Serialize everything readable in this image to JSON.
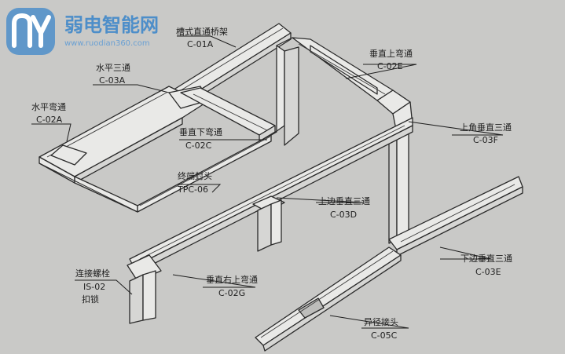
{
  "watermark": {
    "site_name": "弱电智能网",
    "url": "www.ruodian360.com",
    "logo_color": "#4d8ec9"
  },
  "components": [
    {
      "id": "c01a",
      "name": "槽式直通桥架",
      "code": "C-01A"
    },
    {
      "id": "c03a",
      "name": "水平三通",
      "code": "C-03A"
    },
    {
      "id": "c02a",
      "name": "水平弯通",
      "code": "C-02A"
    },
    {
      "id": "c02c",
      "name": "垂直下弯通",
      "code": "C-02C"
    },
    {
      "id": "tpc06",
      "name": "终端封头",
      "code": "TPC-06"
    },
    {
      "id": "c02e",
      "name": "垂直上弯通",
      "code": "C-02E"
    },
    {
      "id": "c03f",
      "name": "上角垂直三通",
      "code": "C-03F"
    },
    {
      "id": "c03d",
      "name": "上边垂直三通",
      "code": "C-03D"
    },
    {
      "id": "c03e",
      "name": "下边垂直三通",
      "code": "C-03E"
    },
    {
      "id": "c02g",
      "name": "垂直右上弯通",
      "code": "C-02G"
    },
    {
      "id": "is02",
      "name": "连接螺栓",
      "code": "IS-02",
      "extra": "扣锁"
    },
    {
      "id": "c05c",
      "name": "异径接头",
      "code": "C-05C"
    }
  ]
}
